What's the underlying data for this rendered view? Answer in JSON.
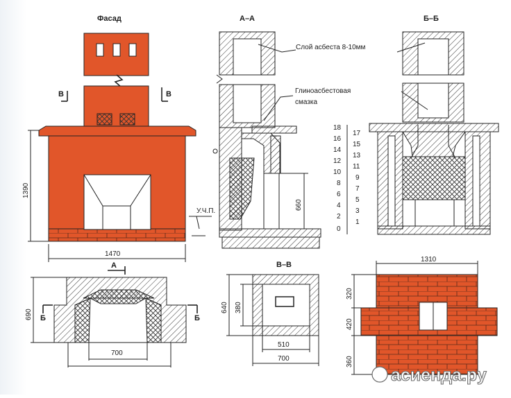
{
  "view_titles": {
    "facade": "Фасад",
    "section_aa": "А–А",
    "section_bb": "Б–Б",
    "section_vv": "В–В"
  },
  "callouts": {
    "asbestos_layer": "Слой асбеста 8-10мм",
    "clay_asbestos_line1": "Глиноасбестовая",
    "clay_asbestos_line2": "смазка",
    "floor_level": "У.Ч.П."
  },
  "section_marks": {
    "v_left": "В",
    "v_right": "В",
    "a": "А",
    "b_left": "Б",
    "b_right": "Б"
  },
  "dimensions": {
    "facade_height": "1390",
    "facade_width": "1470",
    "aa_firebox_height": "660",
    "plan_depth": "690",
    "plan_opening": "700",
    "vv_outer": "640",
    "vv_inner": "380",
    "vv_width_inner": "510",
    "vv_width_outer": "700",
    "back_width": "1310",
    "back_h1": "320",
    "back_h2": "420",
    "back_h3": "360"
  },
  "row_scale": {
    "left": [
      "18",
      "16",
      "14",
      "12",
      "10",
      "8",
      "6",
      "4",
      "2",
      "0"
    ],
    "right": [
      "17",
      "15",
      "13",
      "11",
      "9",
      "7",
      "5",
      "3",
      "1"
    ]
  },
  "watermark": "асиенда.ру",
  "colors": {
    "brick": "#e1562a",
    "line": "#222222",
    "background": "#ffffff"
  }
}
